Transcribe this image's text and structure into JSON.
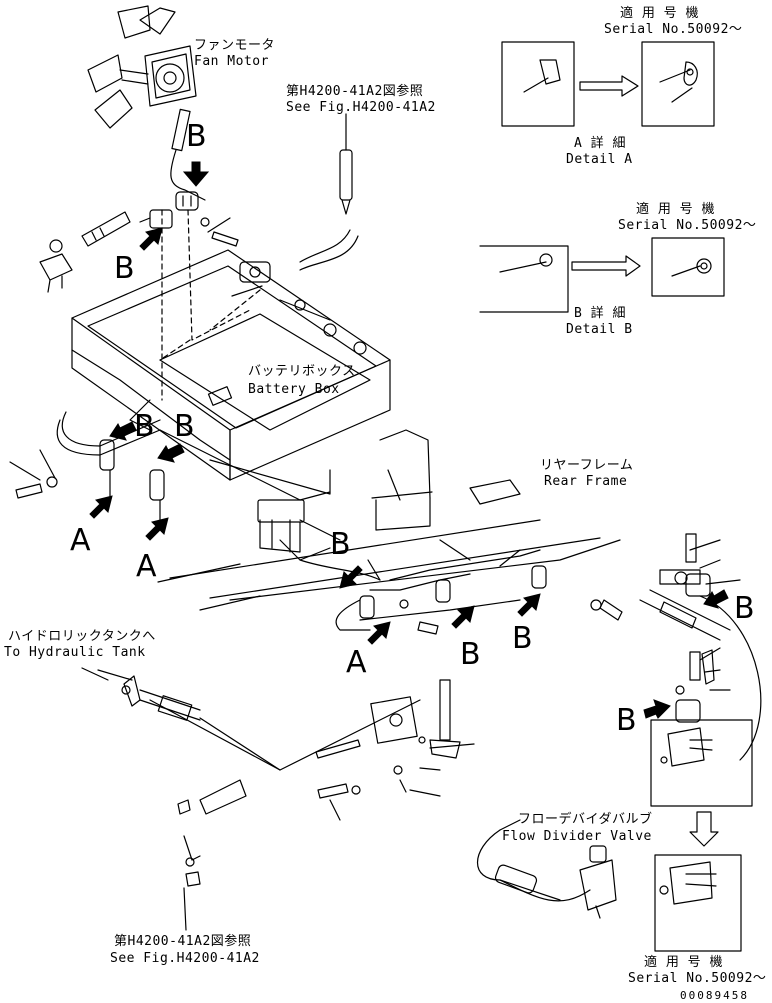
{
  "labels": {
    "fan_motor_jp": "ファンモータ",
    "fan_motor_en": "Fan Motor",
    "see_fig_top_jp": "第H4200-41A2図参照",
    "see_fig_top_en": "See Fig.H4200-41A2",
    "serial_1_jp": "適 用 号 機",
    "serial_1_en": "Serial No.50092～",
    "detail_a_jp": "A 詳 細",
    "detail_a_en": "Detail A",
    "serial_2_jp": "適 用 号 機",
    "serial_2_en": "Serial No.50092～",
    "detail_b_jp": "B 詳 細",
    "detail_b_en": "Detail B",
    "battery_box_jp": "バッテリボックス",
    "battery_box_en": "Battery Box",
    "rear_frame_jp": "リヤーフレーム",
    "rear_frame_en": "Rear Frame",
    "hyd_tank_jp": "ハイドロリックタンクへ",
    "hyd_tank_en": "To Hydraulic Tank",
    "flow_divider_jp": "フローデバイダバルブ",
    "flow_divider_en": "Flow Divider Valve",
    "see_fig_bottom_jp": "第H4200-41A2図参照",
    "see_fig_bottom_en": "See Fig.H4200-41A2",
    "serial_3_jp": "適 用 号 機",
    "serial_3_en": "Serial No.50092～",
    "doc_number": "00089458"
  },
  "callouts": {
    "a": "A",
    "b": "B"
  }
}
